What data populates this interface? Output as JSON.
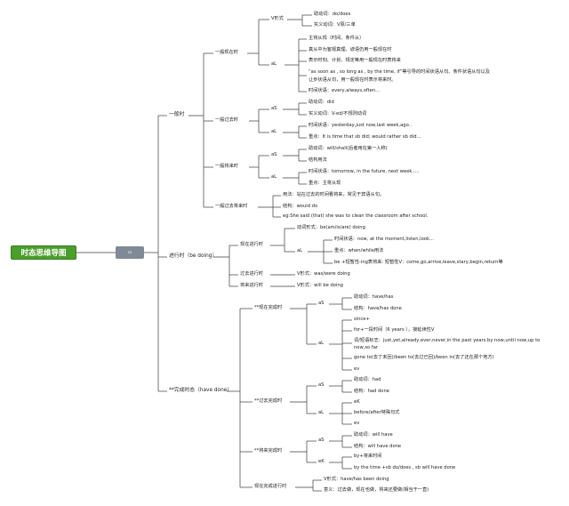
{
  "title": "时态思维导图",
  "tag": "ㅁ",
  "yiban": {
    "label": "一般时",
    "present": {
      "label": "一般现在时",
      "v": "V形式",
      "v_items": [
        "助动词：do/does",
        "实义动词：V原/三单"
      ],
      "al": "aL",
      "al_items": [
        "主将从现（时间、条件从）",
        "真从中为客观真理、谚语仍用一般现在时",
        "表示时刻、计划、规定等用一般现在时表将来",
        "“as soon as , so long as , by the time, if”等引导的时间状语从句、条件状语从句以及",
        "让步状语从句，用一般现在时表示将来时。",
        "时间状语：every,always,often…"
      ]
    },
    "past": {
      "label": "一般过去时",
      "as": "aS",
      "as_items": [
        "助动词：did",
        "实义动词：V-ed/不规则动词"
      ],
      "al": "aL",
      "al_items": [
        "时间状语：yesterday,just now,last week,ago..",
        "重点：It is time that sb did; would rather sb did..."
      ]
    },
    "future": {
      "label": "一般将来时",
      "as": "aS",
      "as_items": [
        "助动词：will/shall(后者用在第一人称)",
        "结构用法"
      ],
      "al": "aL",
      "al_items": [
        "时间状语：tomorrow, in the future, next week.....",
        "重点：主将从现"
      ]
    },
    "future_past": {
      "label": "一般过去将来时",
      "items": [
        "用法：站在过去的时间看将来，常见于宾语从句。",
        "结构：would do",
        "eg:She said (that) she was to clean the classroom after school."
      ]
    }
  },
  "jinxing": {
    "label": "进行时（be doing）",
    "present": {
      "label": "现在进行时",
      "form": "动词形式：be(am/is/are) doing",
      "al": "aL",
      "al_items": [
        "时间状语：now, at the moment,listen,look...",
        "重点：when/while用法",
        "be +短暂性-ing表将来: 短暂性V：come,go,arrive,leave,stary,begin,return等"
      ]
    },
    "past": {
      "label": "过去进行时",
      "item": "V形式：was/were doing"
    },
    "future": {
      "label": "将来进行时",
      "item": "V形式：will be doing"
    }
  },
  "wancheng": {
    "label": "**完成时态（have done）",
    "present": {
      "label": "**现在完成时",
      "as": "aS",
      "as_items": [
        "助动词：have/has",
        "结构：have/has done"
      ],
      "al": "aL",
      "al_items": [
        "since+",
        "for+一段时间（6 years ），接延续性V",
        "词/短语标志：just,yet,already,ever,never,in the past years.by now,until now,up to",
        "now,so far",
        "gone to(去了未回)/been to(去过已回)/been in(去了还在那个地方)",
        "ev"
      ]
    },
    "past": {
      "label": "**过去完成时",
      "as": "aS",
      "as_items": [
        "助动词：had",
        "结构：had done"
      ],
      "al": "aL",
      "al_items": [
        "eK",
        "before/after特殊句式",
        "ev"
      ]
    },
    "future": {
      "label": "**将来完成时",
      "as": "aS",
      "as_items": [
        "助动词：will have",
        "结构：will have done"
      ],
      "ek": "eK",
      "ek_items": [
        "by+将来时间",
        "by the time +sb do/does , sb will have done"
      ]
    },
    "continuous": {
      "label": "现在完成进行时",
      "items": [
        "V形式：have/has been doing",
        "意义：过去做，现在也做，将来还要做(相当于一直)"
      ]
    }
  }
}
